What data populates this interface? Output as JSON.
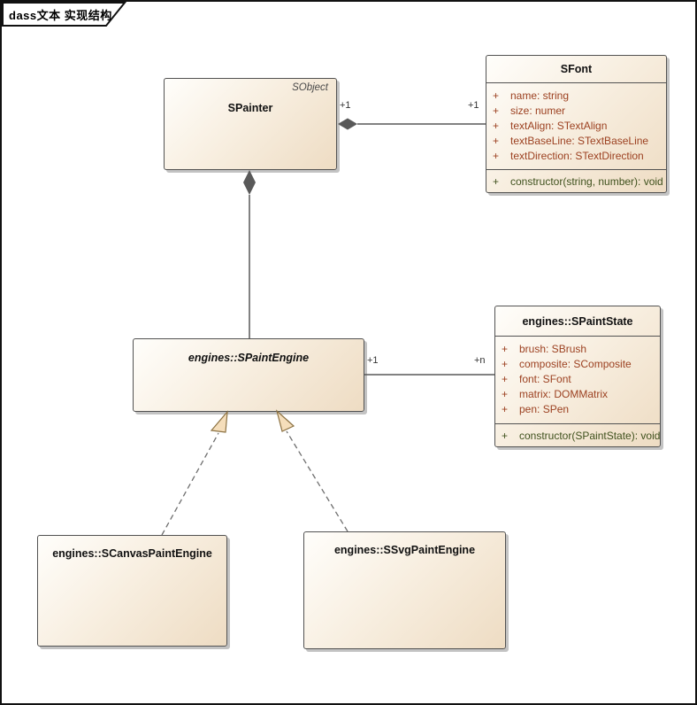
{
  "frame": {
    "label": "dass文本 实现结构"
  },
  "classes": [
    {
      "id": "spainter",
      "stereotype": "SObject",
      "name": "SPainter",
      "attributes": [],
      "operations": []
    },
    {
      "id": "sfont",
      "name": "SFont",
      "attributes": [
        {
          "vis": "+",
          "text": "name: string"
        },
        {
          "vis": "+",
          "text": "size: numer"
        },
        {
          "vis": "+",
          "text": "textAlign: STextAlign"
        },
        {
          "vis": "+",
          "text": "textBaseLine: STextBaseLine"
        },
        {
          "vis": "+",
          "text": "textDirection: STextDirection"
        }
      ],
      "operations": [
        {
          "vis": "+",
          "text": "constructor(string, number): void"
        }
      ]
    },
    {
      "id": "spaintstate",
      "name": "engines::SPaintState",
      "attributes": [
        {
          "vis": "+",
          "text": "brush: SBrush"
        },
        {
          "vis": "+",
          "text": "composite: SComposite"
        },
        {
          "vis": "+",
          "text": "font: SFont"
        },
        {
          "vis": "+",
          "text": "matrix: DOMMatrix"
        },
        {
          "vis": "+",
          "text": "pen: SPen"
        }
      ],
      "operations": [
        {
          "vis": "+",
          "text": "constructor(SPaintState): void"
        }
      ]
    },
    {
      "id": "spaintengine",
      "name": "engines::SPaintEngine",
      "abstract": true,
      "attributes": [],
      "operations": []
    },
    {
      "id": "scanvaspaintengine",
      "name": "engines::SCanvasPaintEngine",
      "attributes": [],
      "operations": []
    },
    {
      "id": "ssvgpaintengine",
      "name": "engines::SSvgPaintEngine",
      "attributes": [],
      "operations": []
    }
  ],
  "relations": {
    "painter_font": {
      "type": "composition",
      "source_label": "+1",
      "target_label": "+1"
    },
    "painter_engine": {
      "type": "composition",
      "source_label": "",
      "target_label": ""
    },
    "engine_state": {
      "type": "association",
      "source_label": "+1",
      "target_label": "+n"
    },
    "canvas_engine": {
      "type": "realization"
    },
    "svg_engine": {
      "type": "realization"
    }
  },
  "colors": {
    "attribute_text": "#9c4121",
    "operation_text": "#3f511d",
    "box_border": "#525252",
    "box_fill_light": "#fffefb",
    "box_fill_dark": "#eedcc3",
    "connector": "#595959",
    "realization_arrow_fill": "#f5debb",
    "realization_arrow_stroke": "#8c7243"
  }
}
